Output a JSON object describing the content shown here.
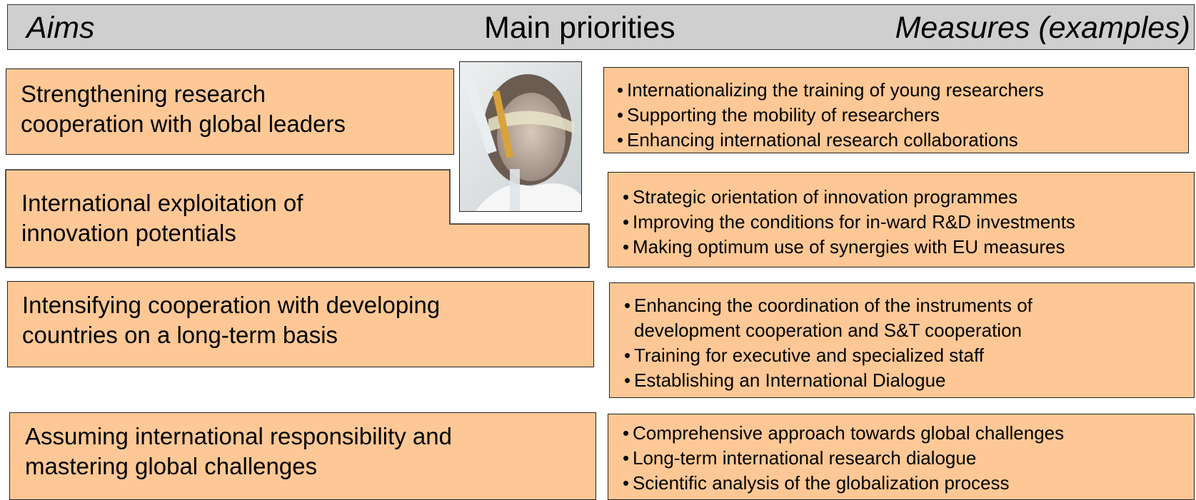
{
  "header": {
    "aims": "Aims",
    "main_priorities": "Main priorities",
    "measures": "Measures (examples)"
  },
  "aims": [
    {
      "lines": [
        "Strengthening research",
        "cooperation with global leaders"
      ]
    },
    {
      "lines": [
        "International exploitation of",
        "innovation potentials"
      ]
    },
    {
      "lines": [
        "Intensifying cooperation with developing",
        "countries on a long-term basis"
      ]
    },
    {
      "lines": [
        "Assuming international responsibility and",
        "mastering global challenges"
      ]
    }
  ],
  "measures": [
    {
      "items": [
        "Internationalizing the training of young researchers",
        "Supporting the mobility of researchers",
        "Enhancing international research collaborations"
      ]
    },
    {
      "items": [
        "Strategic orientation of innovation programmes",
        "Improving the conditions for in-ward R&D investments",
        "Making optimum use of synergies with EU measures"
      ]
    },
    {
      "items": [
        "Enhancing the coordination of the instruments of",
        "development cooperation and S&T cooperation",
        "Training for executive and specialized staff",
        "Establishing an International Dialogue"
      ]
    },
    {
      "items": [
        "Comprehensive approach towards global challenges",
        "Long-term international research dialogue",
        "Scientific analysis of the globalization process"
      ]
    }
  ],
  "colors": {
    "box_fill": "#fdc895",
    "header_fill": "#cfcfcf",
    "border": "#222222"
  },
  "photo": {
    "subject": "scientist-with-pipette-photo"
  }
}
